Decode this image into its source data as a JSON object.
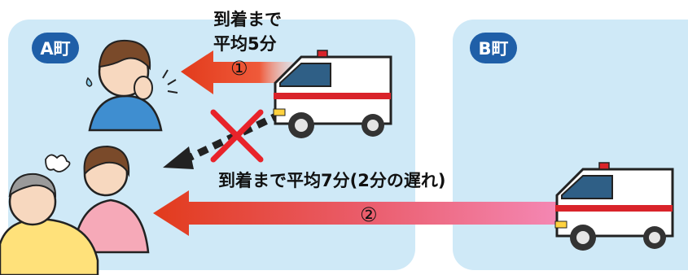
{
  "towns": {
    "a": "A町",
    "b": "B町"
  },
  "route1": {
    "line1": "到着まで",
    "line2": "平均5分",
    "marker": "①"
  },
  "route2": {
    "label": "到着まで平均7分(2分の遅れ)",
    "marker": "②"
  },
  "colors": {
    "panel": "#cfe9f7",
    "badge": "#1f5fa8",
    "arrow_red": "#e23b1c",
    "arrow_pink": "#f07aa4",
    "cross": "#e8232a",
    "dotted": "#222222"
  }
}
